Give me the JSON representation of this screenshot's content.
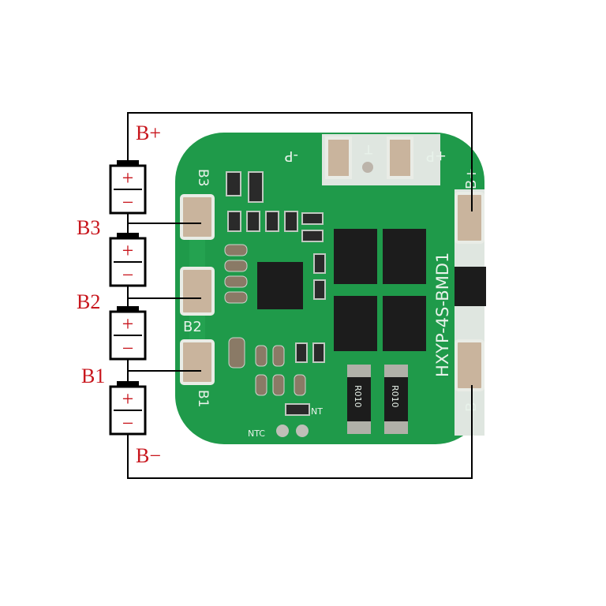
{
  "diagram": {
    "title_board": "HXYP-4S-BMD1",
    "wire_labels": {
      "b_plus": "B+",
      "b3": "B3",
      "b2": "B2",
      "b1": "B1",
      "b_minus": "B−"
    },
    "board_labels": {
      "b3": "B3",
      "b2": "B2",
      "b1": "B1",
      "b_plus": "B+",
      "b_minus": "B-",
      "p_minus": "-P",
      "p_plus": "+P",
      "t": "T",
      "ntc": "NTC",
      "nt": "NT",
      "shunt1": "R010",
      "shunt2": "R010"
    },
    "battery_symbols": {
      "plus": "+",
      "minus": "−"
    },
    "colors": {
      "board": "#1f9a4a",
      "label": "#c8161d",
      "wire": "#000000"
    }
  }
}
